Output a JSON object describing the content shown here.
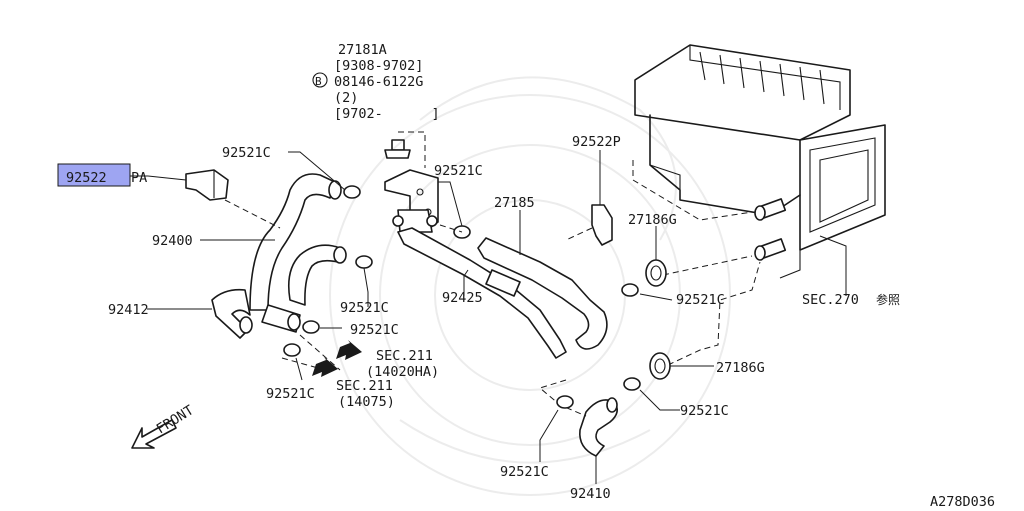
{
  "labels": {
    "ref_27181a": "27181A",
    "range_a": "[9308-9702]",
    "bolt_code": "08146-6122G",
    "bolt_circle": "B",
    "qty": "(2)",
    "range_b": "[9702-      ]",
    "p_92522pa_hl": "92522",
    "p_92522pa_suffix": "PA",
    "p_92521c_1": "92521C",
    "p_92521c_2": "92521C",
    "p_92521c_3": "92521C",
    "p_92521c_4": "92521C",
    "p_92521c_5": "92521C",
    "p_92521c_6": "92521C",
    "p_92521c_7": "92521C",
    "p_92521c_8": "92521C",
    "p_92522p": "92522P",
    "p_27185": "27185",
    "p_27186g_1": "27186G",
    "p_27186g_2": "27186G",
    "p_92400": "92400",
    "p_92412": "92412",
    "p_92425": "92425",
    "p_92410": "92410",
    "sec270": "SEC.270",
    "sec270_suffix": "参照",
    "sec211_a": "SEC.211",
    "sec211_a_code": "(14020HA)",
    "sec211_b": "SEC.211",
    "sec211_b_code": "(14075)",
    "front": "FRONT",
    "diagram_id": "A278D036"
  },
  "colors": {
    "highlight": "#9ea5f2",
    "line": "#1a1a1a",
    "watermark": "#ececec"
  }
}
